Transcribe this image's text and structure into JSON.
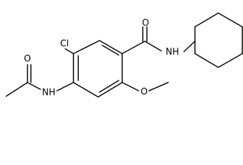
{
  "molecule": {
    "atom_labels": {
      "chlorine": "Cl",
      "amide_nh_left": "NH",
      "amide_nh_right": "NH",
      "acetyl_oxygen": "O",
      "amide_oxygen": "O",
      "methoxy_oxygen": "O"
    },
    "colors": {
      "bond": "#000000",
      "label": "#000000",
      "background": "#ffffff"
    }
  }
}
